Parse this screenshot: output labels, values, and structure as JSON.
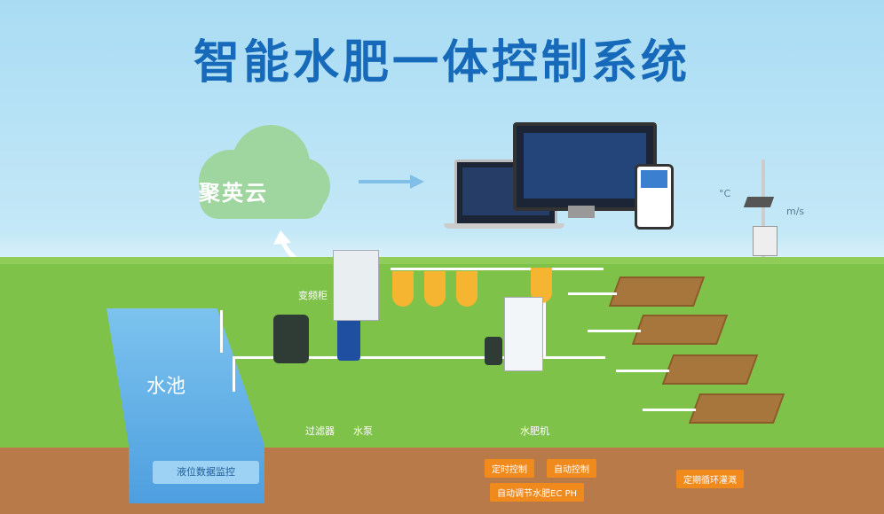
{
  "title": "智能水肥一体控制系统",
  "cloud": {
    "label": "聚英云"
  },
  "labels": {
    "pool": "水池",
    "level_monitor": "液位数据监控",
    "filter": "过滤器",
    "pump": "水泵",
    "fertilizer_machine": "水肥机",
    "vfd": "变频柜",
    "weather_units": {
      "temp": "°C",
      "wind": "m/s"
    }
  },
  "functions": [
    "定时控制",
    "自动控制",
    "自动调节水肥EC PH",
    "定期循环灌溉"
  ],
  "colors": {
    "title": "#1769b9",
    "grass": "#7ec24a",
    "soil": "#b77a48",
    "water": "#4e9fe0",
    "accent": "#f08a1c"
  }
}
